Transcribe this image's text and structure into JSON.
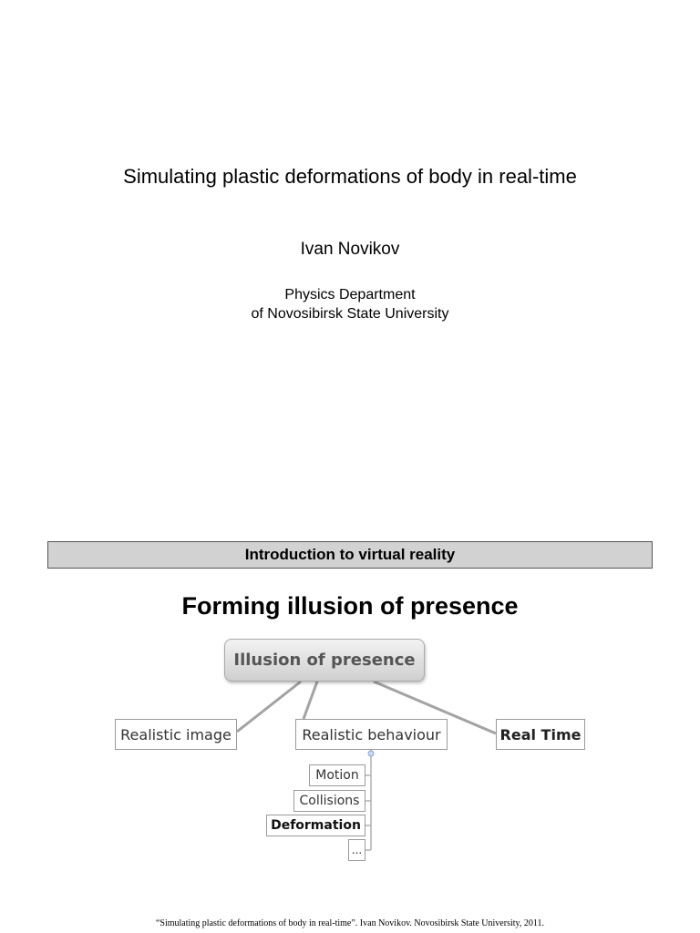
{
  "cover": {
    "title": "Simulating plastic deformations of body in real-time",
    "author": "Ivan Novikov",
    "department_line1": "Physics Department",
    "department_line2": "of Novosibirsk State University"
  },
  "slide": {
    "section": "Introduction to virtual reality",
    "heading": "Forming illusion of presence",
    "mindmap": {
      "root": "Illusion of presence",
      "branches": [
        "Realistic image",
        "Realistic behaviour",
        "Real Time"
      ],
      "sub_items": [
        "Motion",
        "Collisions",
        "Deformation",
        "..."
      ]
    }
  },
  "footer": "“Simulating plastic deformations of body in real-time”. Ivan Novikov. Novosibirsk State University, 2011."
}
